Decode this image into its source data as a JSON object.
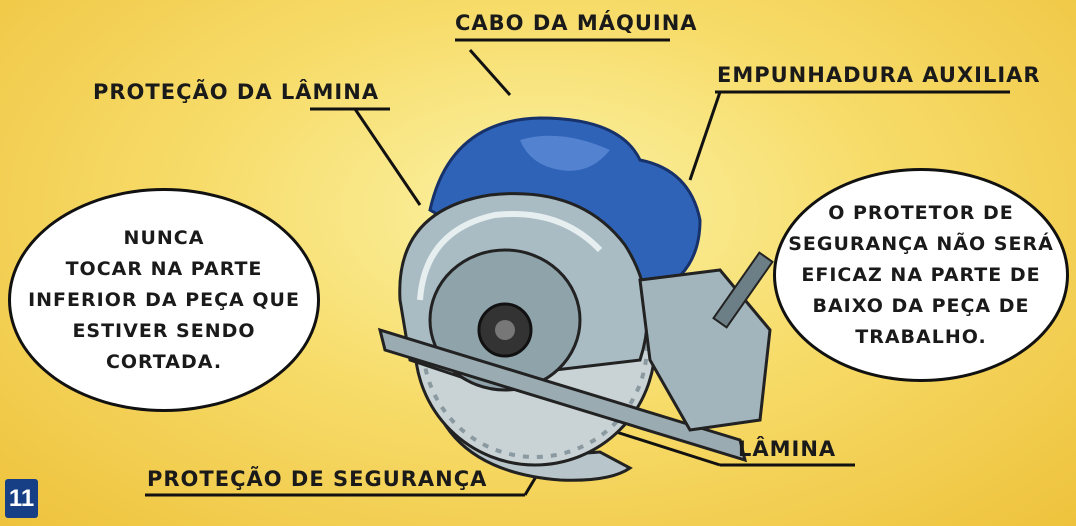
{
  "labels": {
    "cabo": "CABO DA MÁQUINA",
    "protecao_lamina": "PROTEÇÃO DA LÂMINA",
    "empunhadura": "EMPUNHADURA AUXILIAR",
    "lamina": "LÂMINA",
    "protecao_seguranca": "PROTEÇÃO DE SEGURANÇA"
  },
  "bubbles": {
    "left": "NUNCA\nTOCAR NA PARTE\nINFERIOR DA PEÇA QUE\nESTIVER SENDO\nCORTADA.",
    "right": "O PROTETOR DE\nSEGURANÇA NÃO SERÁ\nEFICAZ NA PARTE DE\nBAIXO DA PEÇA DE\nTRABALHO."
  },
  "page_number": "11",
  "colors": {
    "background": "#f7dc6a",
    "handle_blue": "#2f63b8",
    "guard_gray": "#a9bcc4",
    "badge": "#163f86"
  },
  "icons": [
    "circular-saw-illustration"
  ]
}
